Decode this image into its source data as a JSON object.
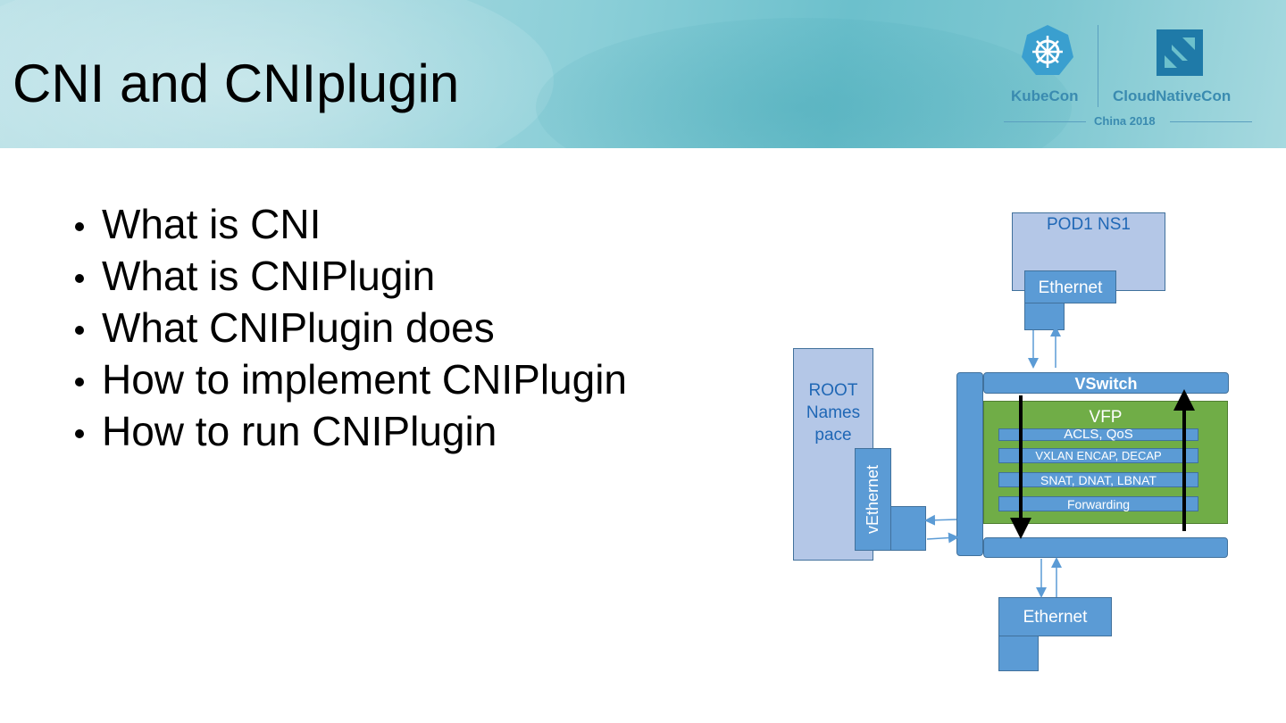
{
  "slide": {
    "title": "CNI and CNIplugin"
  },
  "logos": {
    "kubecon": "KubeCon",
    "cloudnativecon": "CloudNativeCon",
    "event": "China 2018"
  },
  "bullets": [
    "What is CNI",
    "What is CNIPlugin",
    "What CNIPlugin does",
    "How to implement CNIPlugin",
    "How to run CNIPlugin"
  ],
  "diagram": {
    "pod_ns": "POD1 NS1",
    "pod_ethernet": "Ethernet",
    "root_ns": "ROOT Names pace",
    "vethernet": "vEthernet",
    "vswitch": "VSwitch",
    "vfp": "VFP",
    "vfp_layers": [
      "ACLS, QoS",
      "VXLAN ENCAP, DECAP",
      "SNAT, DNAT, LBNAT",
      "Forwarding"
    ],
    "host_ethernet": "Ethernet"
  },
  "colors": {
    "header_teal": "#8ccfd8",
    "box_blue": "#5b9bd5",
    "box_lavender": "#b4c7e7",
    "vfp_green": "#70ad47",
    "label_blue": "#1f67b5",
    "logo_blue": "#3a8bb0"
  }
}
